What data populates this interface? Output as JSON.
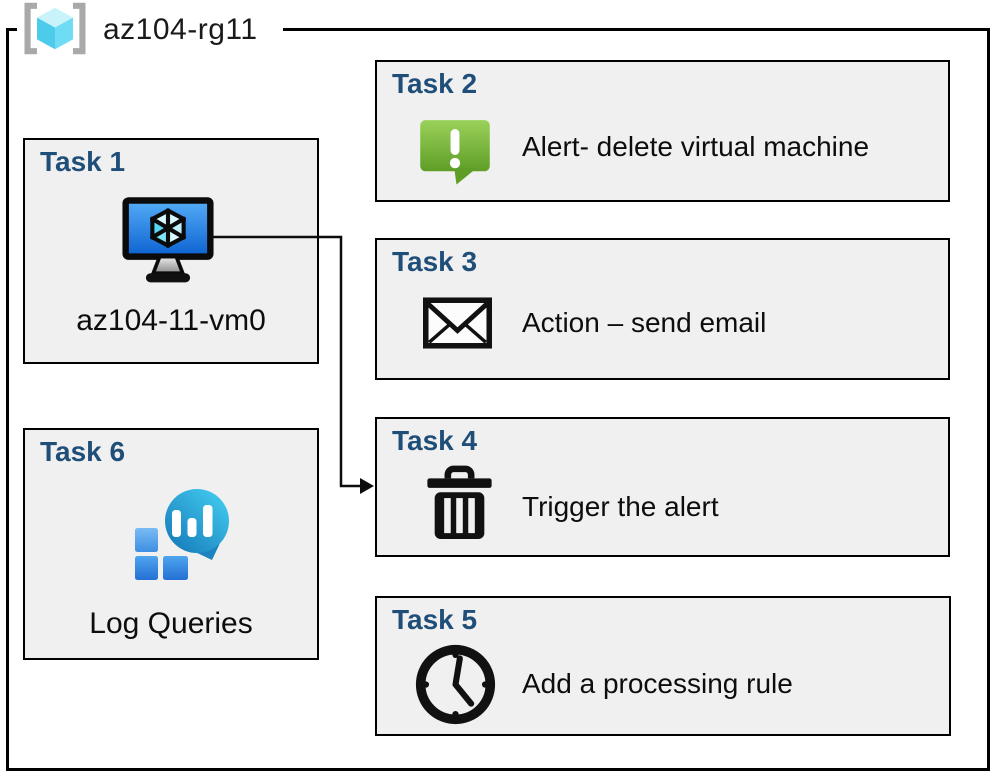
{
  "resource_group": {
    "label": "az104-rg11",
    "icon": "resource-group-icon"
  },
  "tasks": [
    {
      "heading": "Task 1",
      "label": "az104-11-vm0",
      "icon": "virtual-machine-icon"
    },
    {
      "heading": "Task 2",
      "label": "Alert- delete virtual machine",
      "icon": "alert-icon"
    },
    {
      "heading": "Task 3",
      "label": "Action – send email",
      "icon": "email-icon"
    },
    {
      "heading": "Task 4",
      "label": "Trigger the alert",
      "icon": "trash-icon"
    },
    {
      "heading": "Task 5",
      "label": "Add a processing rule",
      "icon": "clock-icon"
    },
    {
      "heading": "Task 6",
      "label": "Log Queries",
      "icon": "log-queries-icon"
    }
  ],
  "connector": {
    "from": "task1-virtual-machine",
    "to": "task4-box",
    "style": "elbow-arrow"
  },
  "colors": {
    "heading_blue": "#1F4E79",
    "box_fill": "#F0F0F0",
    "border_black": "#000000",
    "alert_green": "#6FAE2E",
    "vm_screen_blue": "#1E78E0",
    "cube_cyan": "#59D7F2",
    "log_square_blue": "#2E7CD9",
    "log_droplet_teal": "#29B6E8",
    "bracket_gray": "#A9A9A9"
  }
}
